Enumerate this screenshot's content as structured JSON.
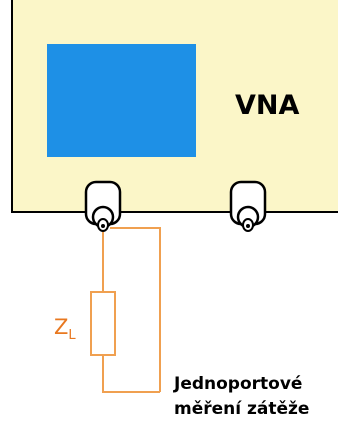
{
  "instrument": {
    "label": "VNA"
  },
  "load": {
    "symbol": "Z",
    "subscript": "L"
  },
  "caption": {
    "line1": "Jednoportové",
    "line2": "měření zátěže"
  },
  "colors": {
    "instrument_body": "#fbf6c8",
    "screen": "#1e90e6",
    "wire": "#f0a050",
    "zl_text": "#e87820",
    "outline": "#000000"
  }
}
